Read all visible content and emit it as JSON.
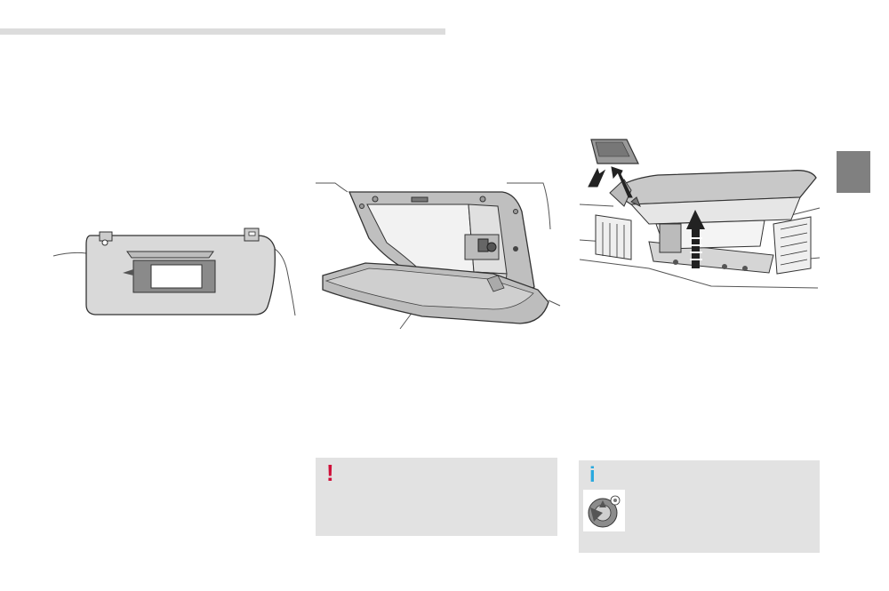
{
  "header": {
    "rule_color": "#dcdcdc"
  },
  "chapter_tab": {
    "color": "#808080"
  },
  "illustrations": [
    {
      "name": "sun-visor",
      "icon": "sun-visor-mirror-illustration"
    },
    {
      "name": "glove-box",
      "icon": "glove-box-open-illustration"
    },
    {
      "name": "upper-storage",
      "icon": "dashboard-storage-arrows-illustration"
    }
  ],
  "warning_box": {
    "mark": "!",
    "mark_color": "#d0103a",
    "background": "#e2e2e2"
  },
  "info_box": {
    "mark": "i",
    "mark_color": "#29a9df",
    "background": "#e2e2e2",
    "icon": "control-wheel-icon"
  }
}
